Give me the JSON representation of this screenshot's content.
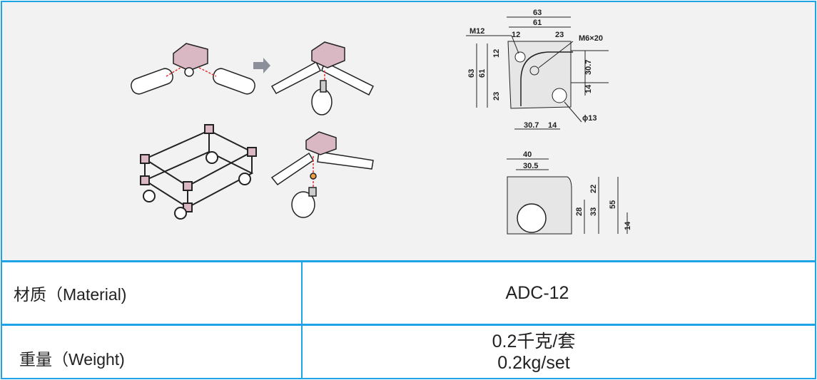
{
  "figure": {
    "top_view_dims": {
      "w63": "63",
      "w61": "61",
      "w12": "12",
      "w23": "23",
      "m12": "M12",
      "m6x20": "M6×20",
      "h63": "63",
      "h61": "61",
      "h12": "12",
      "h23": "23",
      "h30_7": "30.7",
      "h14": "14",
      "b30_7": "30.7",
      "b14": "14",
      "phi13": "ϕ13"
    },
    "side_view_dims": {
      "w40": "40",
      "w30_5": "30.5",
      "h22": "22",
      "h28": "28",
      "h33": "33",
      "h55": "55",
      "h14": "14"
    },
    "accent_color": "#1ea4e6",
    "part_color": "#d9b8c4"
  },
  "specs": [
    {
      "label": "材质（Material)",
      "value_lines": [
        "ADC-12"
      ]
    },
    {
      "label": "重量（Weight)",
      "value_lines": [
        "0.2千克/套",
        "0.2kg/set"
      ]
    }
  ]
}
